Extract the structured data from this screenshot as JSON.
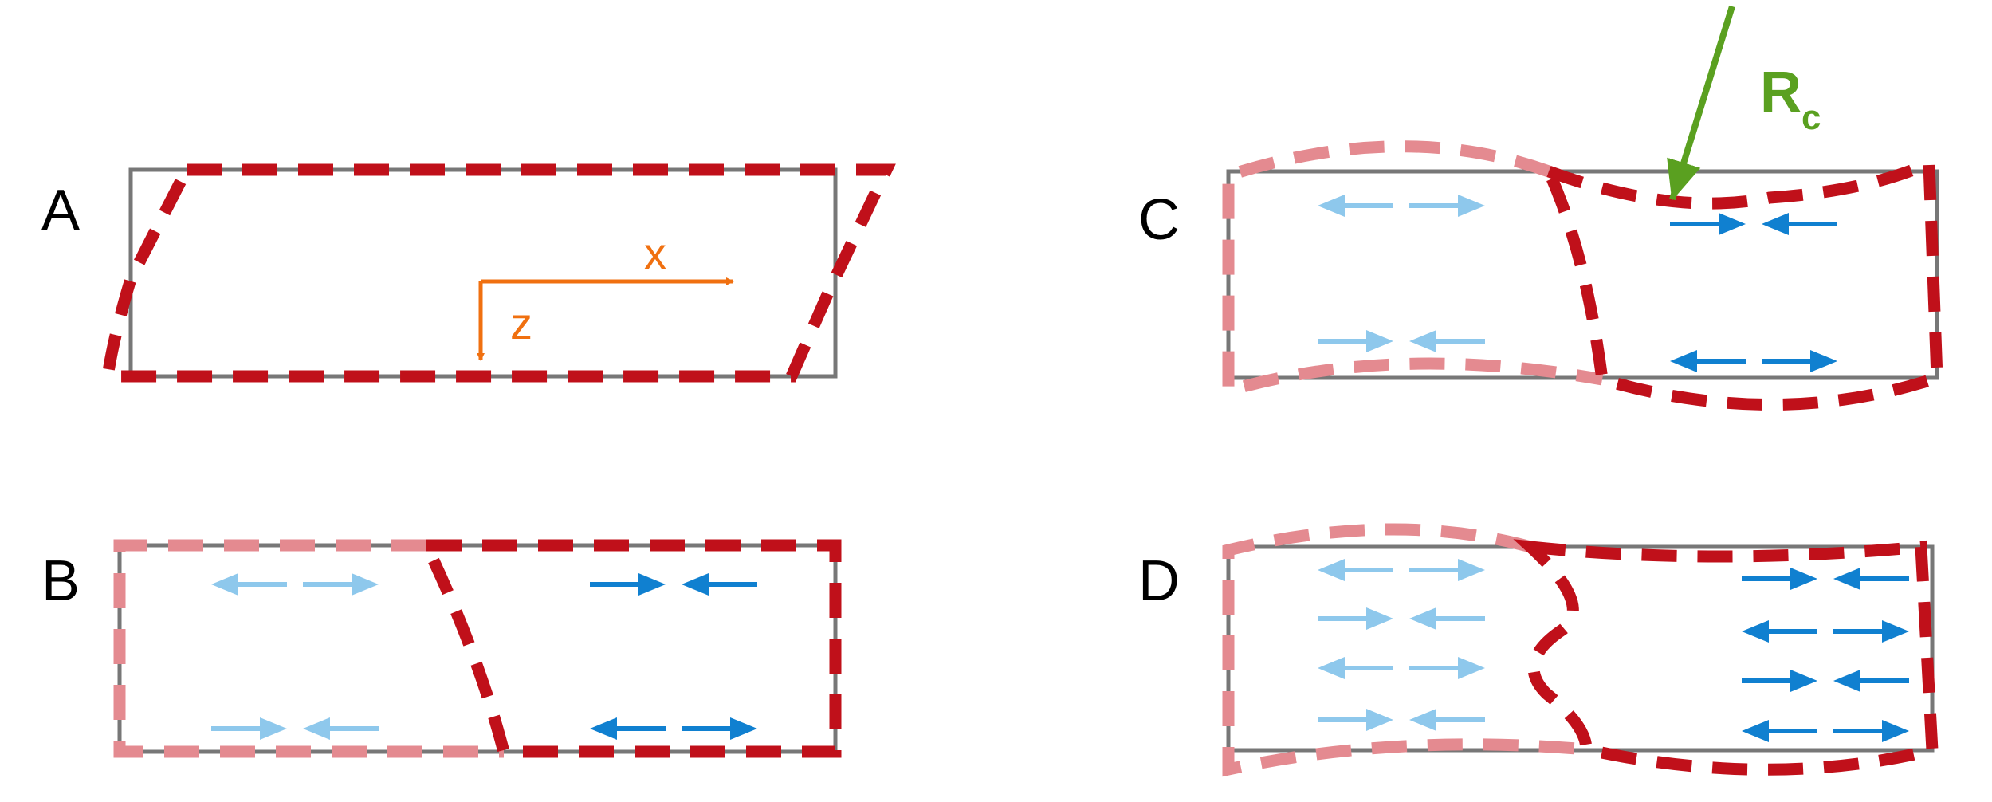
{
  "colors": {
    "box": "#777777",
    "deform_dark": "#c0101a",
    "deform_light": "#e48a90",
    "arrow_dark": "#1080d0",
    "arrow_light": "#8ec8ec",
    "axis": "#f07010",
    "force": "#5aa020"
  },
  "panels": {
    "A": {
      "label": "A"
    },
    "B": {
      "label": "B"
    },
    "C": {
      "label": "C"
    },
    "D": {
      "label": "D"
    }
  },
  "axes": {
    "x_label": "x",
    "z_label": "z"
  },
  "force": {
    "symbol": "R",
    "subscript": "c"
  }
}
